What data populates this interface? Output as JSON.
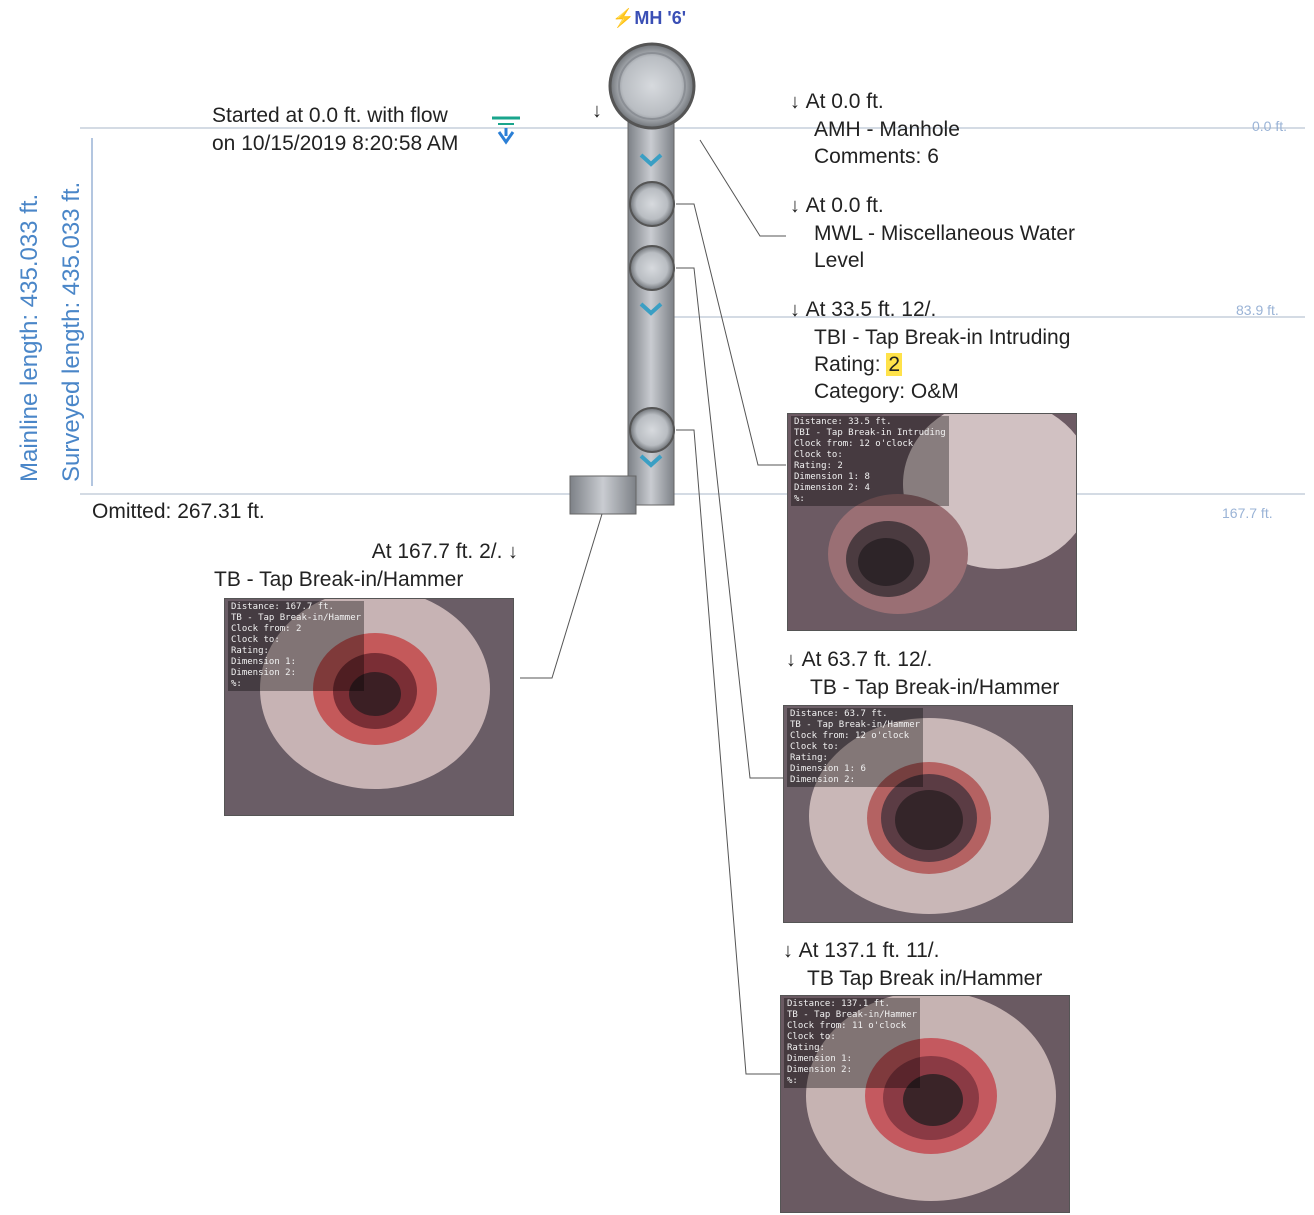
{
  "header": {
    "manhole_label": "MH '6'"
  },
  "colors": {
    "accent": "#3a4fb5",
    "dimension": "#4a86c8",
    "highlight": "#ffe24a",
    "pipe": "#9ea2a8"
  },
  "lengths": {
    "mainline": "Mainline length: 435.033 ft.",
    "surveyed": "Surveyed length: 435.033 ft."
  },
  "start": {
    "line1": "Started at 0.0 ft. with flow",
    "line2": "on 10/15/2019 8:20:58 AM"
  },
  "omitted": "Omitted: 267.31 ft.",
  "ticks": {
    "t0": "0.0 ft.",
    "t1": "83.9 ft.",
    "t2": "167.7 ft."
  },
  "observations": {
    "amh": {
      "at": "At 0.0 ft.",
      "code": "AMH - Manhole",
      "comments": "Comments: 6"
    },
    "mwl": {
      "at": "At 0.0 ft.",
      "code": "MWL - Miscellaneous Water",
      "code2": "Level"
    },
    "tbi": {
      "at": "At 33.5 ft. 12/.",
      "code": "TBI - Tap Break-in Intruding",
      "rating_label": "Rating:",
      "rating_value": "2",
      "category": "Category: O&M",
      "overlay": [
        "Distance: 33.5 ft.",
        "TBI - Tap Break-in Intruding",
        "Clock from: 12 o'clock",
        "Clock to:",
        "Rating: 2",
        "Dimension 1: 8",
        "Dimension 2: 4",
        "%:"
      ]
    },
    "tb1": {
      "at": "At 167.7 ft. 2/.",
      "code": "TB - Tap Break-in/Hammer",
      "overlay": [
        "Distance: 167.7 ft.",
        "TB - Tap Break-in/Hammer",
        "Clock from: 2",
        "Clock to:",
        "Rating:",
        "Dimension 1:",
        "Dimension 2:",
        "%:"
      ]
    },
    "tb2": {
      "at": "At 63.7 ft. 12/.",
      "code": "TB - Tap Break-in/Hammer",
      "overlay": [
        "Distance: 63.7 ft.",
        "TB - Tap Break-in/Hammer",
        "Clock from: 12 o'clock",
        "Clock to:",
        "Rating:",
        "Dimension 1: 6",
        "Dimension 2:"
      ]
    },
    "tb3": {
      "at": "At 137.1 ft. 11/.",
      "code": "TB   Tap Break in/Hammer",
      "overlay": [
        "Distance: 137.1 ft.",
        "TB - Tap Break-in/Hammer",
        "Clock from: 11 o'clock",
        "Clock to:",
        "Rating:",
        "Dimension 1:",
        "Dimension 2:",
        "%:"
      ]
    }
  }
}
